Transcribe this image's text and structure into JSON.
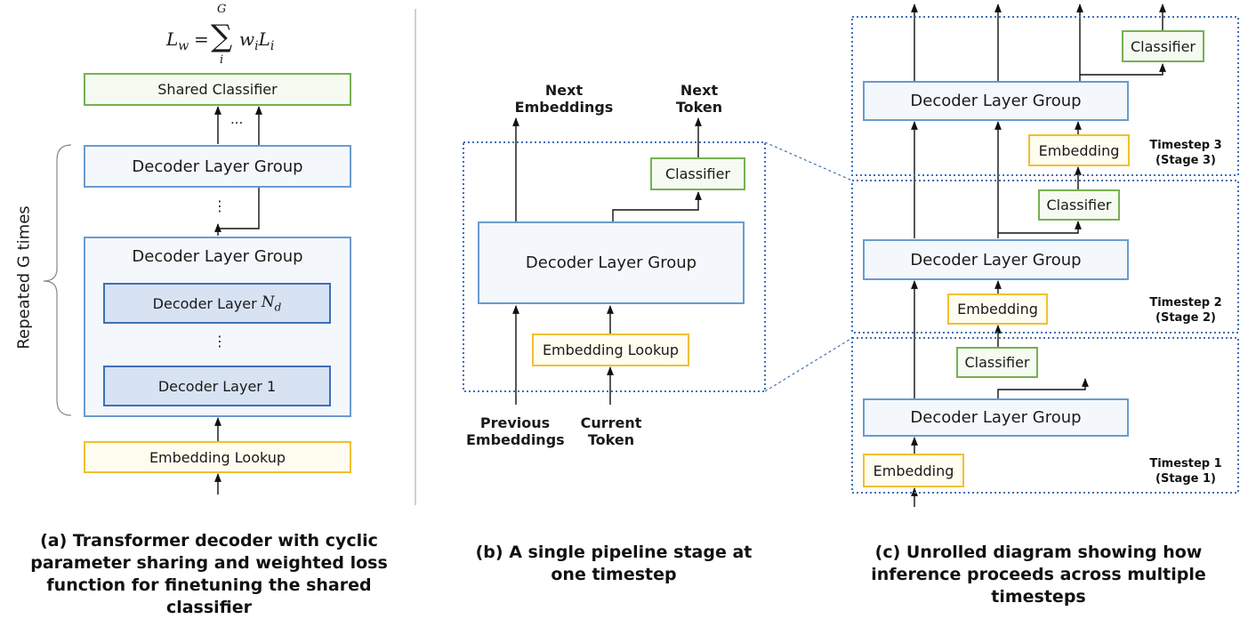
{
  "formula": {
    "lhs": "L",
    "lhs_sub": "w",
    "equals": "=",
    "sum_symbol": "∑",
    "sum_upper": "G",
    "sum_lower": "i",
    "term_w": "w",
    "term_w_sub": "i",
    "term_l": "L",
    "term_l_sub": "i"
  },
  "panel_a": {
    "shared_classifier": "Shared Classifier",
    "ellipsis": "...",
    "vdots": "⋮",
    "decoder_layer_group_top": "Decoder Layer Group",
    "decoder_layer_group_outer": "Decoder Layer Group",
    "decoder_layer_nd_prefix": "Decoder Layer ",
    "decoder_layer_nd_var": "N",
    "decoder_layer_nd_sub": "d",
    "decoder_layer_1": "Decoder Layer 1",
    "embedding_lookup": "Embedding Lookup",
    "repeated_label": "Repeated G times",
    "caption": "(a) Transformer decoder with cyclic parameter sharing and weighted loss function for finetuning the shared classifier"
  },
  "panel_b": {
    "next_embeddings": "Next Embeddings",
    "next_token": "Next Token",
    "classifier": "Classifier",
    "decoder_layer_group": "Decoder Layer Group",
    "embedding_lookup": "Embedding Lookup",
    "previous_embeddings": "Previous Embeddings",
    "current_token": "Current Token",
    "caption": "(b) A single pipeline stage at one timestep"
  },
  "panel_c": {
    "stage3": {
      "classifier": "Classifier",
      "decoder_layer_group": "Decoder Layer Group",
      "embedding": "Embedding",
      "timestep": "Timestep 3",
      "stage": "(Stage 3)"
    },
    "stage2": {
      "classifier": "Classifier",
      "decoder_layer_group": "Decoder Layer Group",
      "embedding": "Embedding",
      "timestep": "Timestep 2",
      "stage": "(Stage 2)"
    },
    "stage1": {
      "classifier": "Classifier",
      "decoder_layer_group": "Decoder Layer Group",
      "embedding": "Embedding",
      "timestep": "Timestep 1",
      "stage": "(Stage 1)"
    },
    "caption": "(c) Unrolled diagram showing how inference proceeds across multiple timesteps"
  },
  "colors": {
    "blue_border": "#6a9bd0",
    "dark_blue_border": "#3f6fb5",
    "dark_blue_fill": "#d7e2f3",
    "green_border": "#76b053",
    "yellow_border": "#f0c030",
    "dotted_border": "#3f6fb5"
  }
}
